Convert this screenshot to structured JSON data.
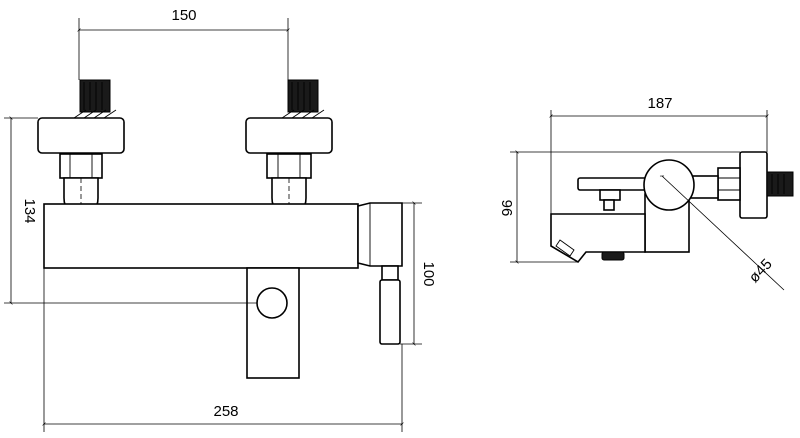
{
  "front_view": {
    "dim_inlet_spacing": "150",
    "dim_overall_height": "134",
    "dim_spout_drop": "100",
    "dim_overall_width": "258"
  },
  "side_view": {
    "dim_overall_depth": "187",
    "dim_height": "96",
    "dim_handle_diameter": "ø45"
  }
}
